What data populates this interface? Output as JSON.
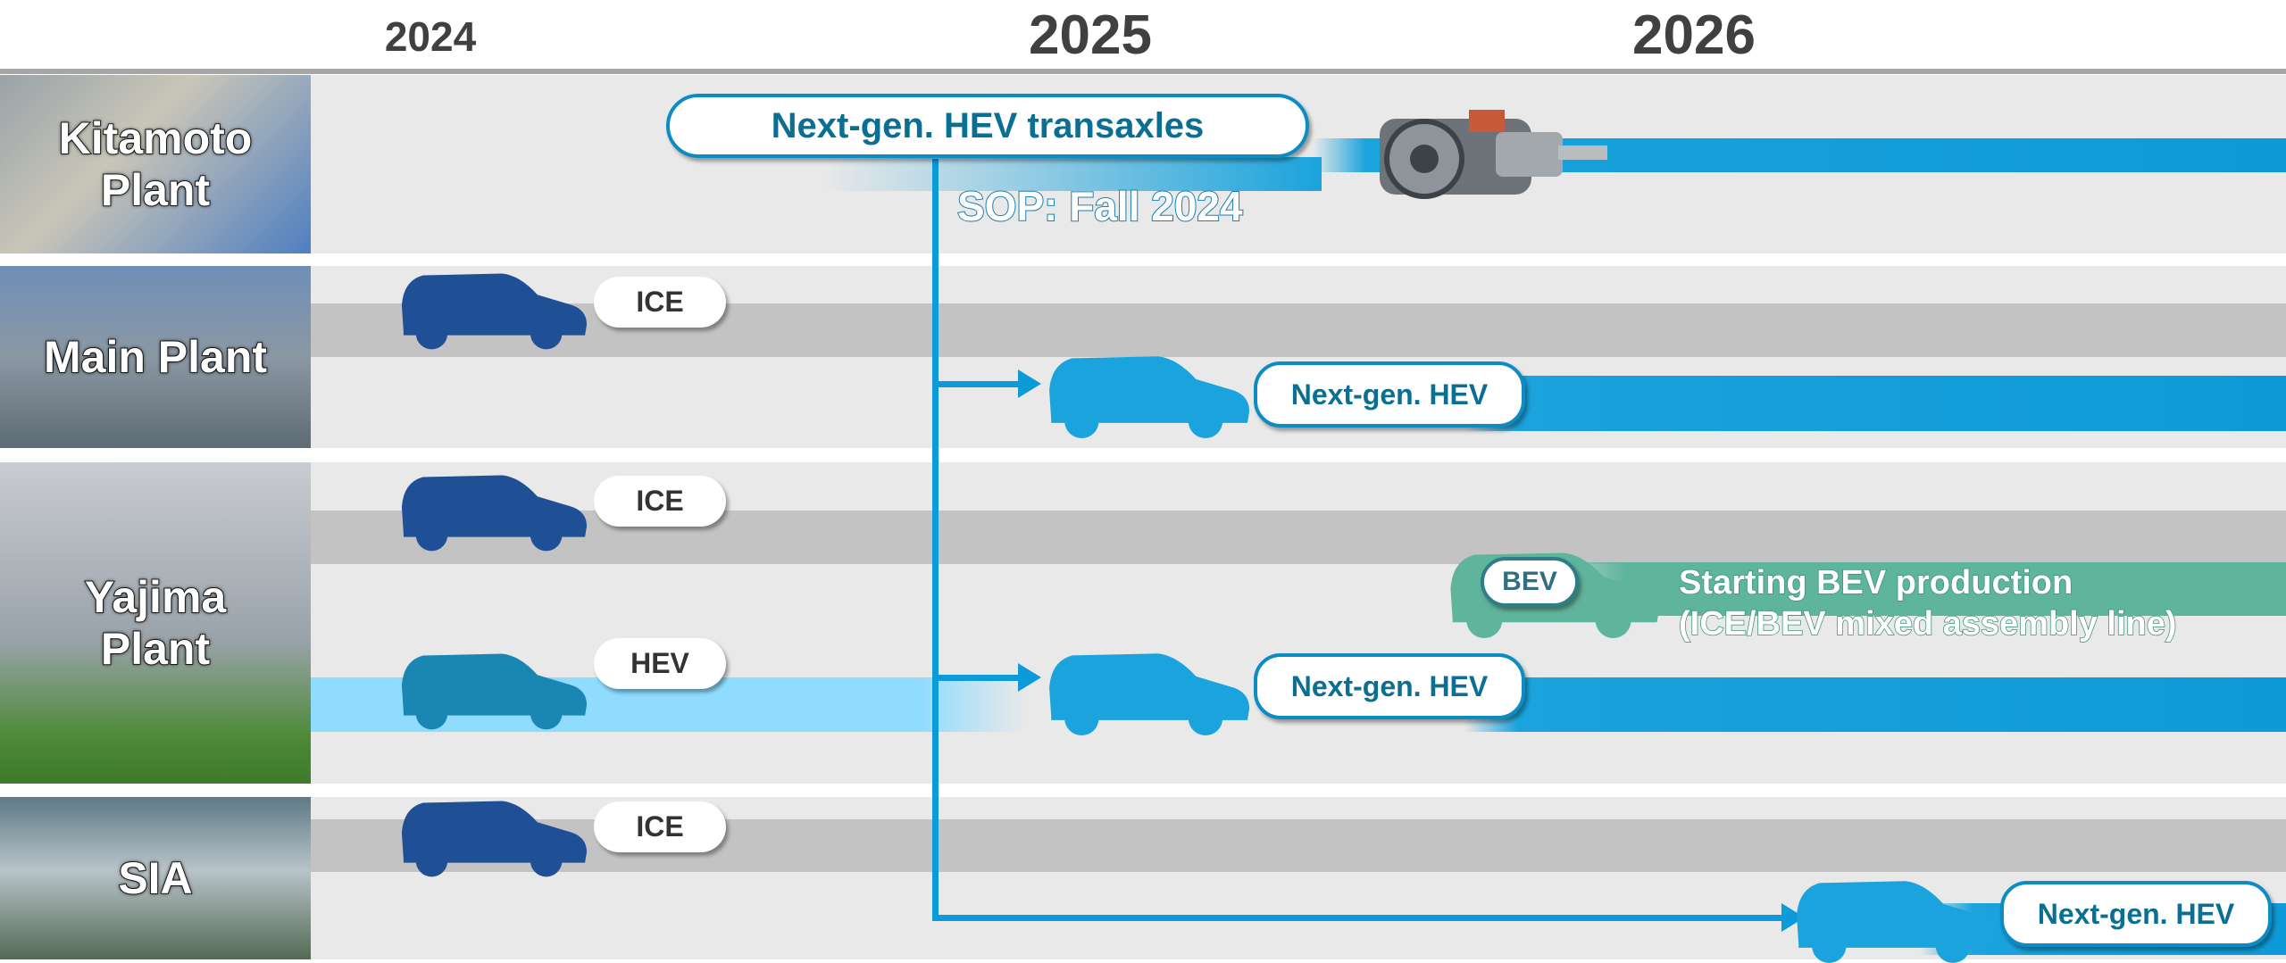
{
  "timeline": {
    "years": [
      "2024",
      "2025",
      "2026"
    ]
  },
  "plants": [
    {
      "name": "Kitamoto\nPlant"
    },
    {
      "name": "Main Plant"
    },
    {
      "name": "Yajima\nPlant"
    },
    {
      "name": "SIA"
    }
  ],
  "kitamoto": {
    "transaxle_label": "Next-gen. HEV transaxles",
    "sop_label": "SOP: Fall 2024"
  },
  "labels": {
    "ice": "ICE",
    "hev": "HEV",
    "bev": "BEV",
    "next_gen_hev": "Next-gen. HEV"
  },
  "bev_note": {
    "line1": "Starting BEV production",
    "line2": "(ICE/BEV mixed assembly line)"
  },
  "colors": {
    "ice_car": "#1f4f95",
    "hev_car": "#1a86b4",
    "next_gen_car": "#1aa3dc",
    "bev_car": "#5fb49c",
    "accent": "#0d9ad8"
  }
}
